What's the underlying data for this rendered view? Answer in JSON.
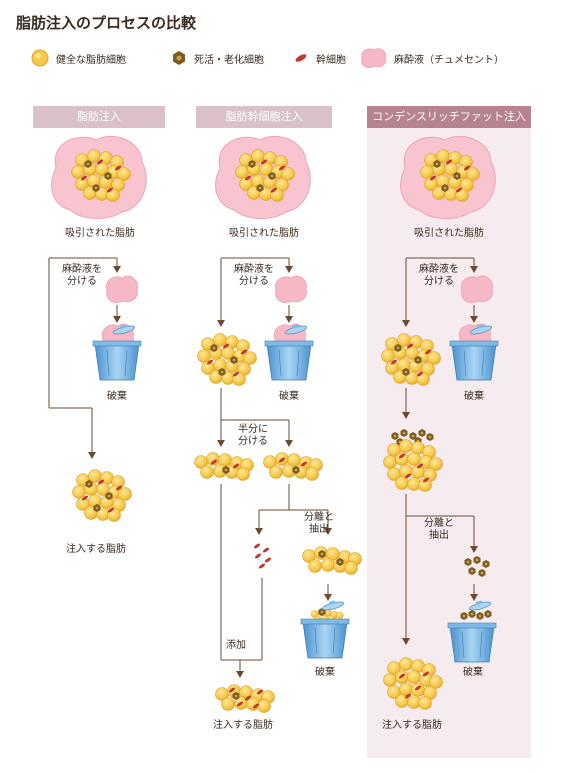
{
  "title": "脂肪注入のプロセスの比較",
  "legend": [
    {
      "icon": "healthy-fat-cell-icon",
      "label": "健全な脂肪細胞"
    },
    {
      "icon": "dead-cell-icon",
      "label": "死活・老化細胞"
    },
    {
      "icon": "stem-cell-icon",
      "label": "幹細胞"
    },
    {
      "icon": "anesthetic-fluid-icon",
      "label": "麻酔液（チュメセント）"
    }
  ],
  "columns": {
    "fat_injection": {
      "header": "脂肪注入",
      "aspirated": "吸引された脂肪",
      "separate_anesthetic": "麻酔液を\n分ける",
      "discard": "破棄",
      "result": "注入する脂肪"
    },
    "stem_cell": {
      "header": "脂肪幹細胞注入",
      "aspirated": "吸引された脂肪",
      "separate_anesthetic": "麻酔液を\n分ける",
      "discard1": "破棄",
      "split_half": "半分に\n分ける",
      "separate_extract": "分離と\n抽出",
      "discard2": "破棄",
      "add": "添加",
      "result": "注入する脂肪"
    },
    "condense": {
      "header": "コンデンスリッチファット注入",
      "aspirated": "吸引された脂肪",
      "separate_anesthetic": "麻酔液を\n分ける",
      "discard1": "破棄",
      "separate_extract": "分離と\n抽出",
      "discard2": "破棄",
      "result": "注入する脂肪"
    }
  },
  "colors": {
    "fat": "#f5c94a",
    "fat_edge": "#e3a62a",
    "dead": "#7a5a1e",
    "stem": "#c0392b",
    "anesthetic": "#f6b8c4",
    "arrow": "#6b4a32",
    "header_light": "#d9c1c7",
    "header_dark": "#b7838f",
    "highlight_bg": "#f6ecef",
    "bucket": "#6aaee0"
  }
}
